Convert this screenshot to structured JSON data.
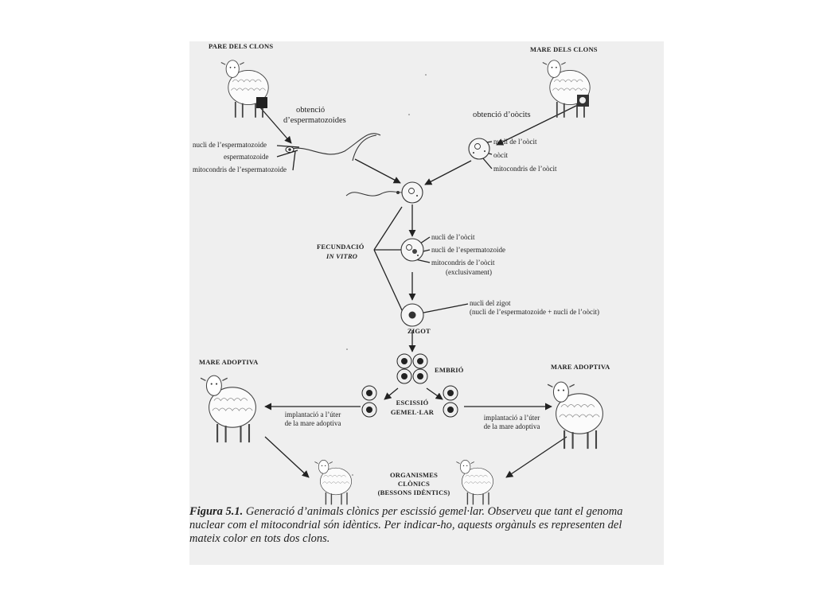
{
  "labels": {
    "father": "PARE DELS CLONS",
    "mother": "MARE DELS CLONS",
    "sperm_obtain_1": "obtenció",
    "sperm_obtain_2": "d’espermatozoides",
    "oocyte_obtain": "obtenció d’oòcits",
    "sperm_nucleus": "nucli de l’espermatozoide",
    "sperm": "espermatozoide",
    "sperm_mito": "mitocondris de l’espermatozoide",
    "oocyte_nucleus": "nucli de l’oòcit",
    "oocyte": "oòcit",
    "oocyte_mito": "mitocondris de l’oòcit",
    "fert_1": "FECUNDACIÓ",
    "fert_2": "IN VITRO",
    "f_oocyte_nucleus": "nucli de l’oòcit",
    "f_sperm_nucleus": "nucli de l’espermatozoide",
    "f_oocyte_mito": "mitocondris de l’oòcit",
    "f_exclusive": "(exclusivament)",
    "zygote_nucleus_1": "nucli del zigot",
    "zygote_nucleus_2": "(nucli de l’espermatozoide + nucli de l’oòcit)",
    "zygote": "ZIGOT",
    "embryo": "EMBRIÓ",
    "split_1": "ESCISSIÓ",
    "split_2": "GEMEL·LAR",
    "adoptive_left": "MARE ADOPTIVA",
    "adoptive_right": "MARE ADOPTIVA",
    "implant_left_1": "implantació a l’úter",
    "implant_left_2": "de la mare adoptiva",
    "implant_right_1": "implantació a l’úter",
    "implant_right_2": "de la mare adoptiva",
    "clones_1": "ORGANISMES",
    "clones_2": "CLÒNICS",
    "clones_3": "(BESSONS IDÈNTICS)"
  },
  "caption": {
    "figure_label": "Figura 5.1.",
    "text": " Generació d’animals clònics per escissió gemel·lar. Observeu que tant el genoma nuclear com el mitocondrial són idèntics. Per indicar-ho, aquests orgànuls es representen del mateix color en tots dos clons."
  }
}
